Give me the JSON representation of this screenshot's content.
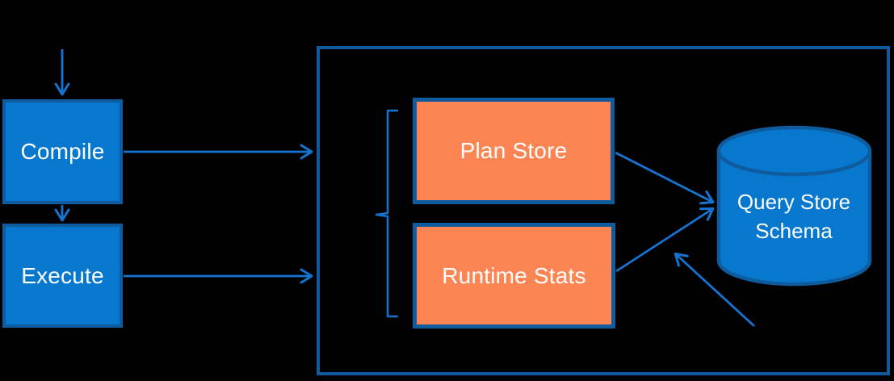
{
  "diagram": {
    "background": "#000000",
    "colors": {
      "node_fill": "#0778CE",
      "node_border": "#0E5C9E",
      "store_fill": "#FD8553",
      "store_border": "#0E5C9E",
      "container_border": "#0F5B9D",
      "connector": "#1474D1",
      "label_text": "#FFFFFF"
    },
    "nodes": {
      "compile": {
        "label": "Compile"
      },
      "execute": {
        "label": "Execute"
      },
      "plan_store": {
        "label": "Plan Store"
      },
      "runtime_stats": {
        "label": "Runtime Stats"
      },
      "query_store_schema": {
        "label": "Query Store Schema"
      }
    },
    "connections": [
      {
        "from": "input-top",
        "to": "compile"
      },
      {
        "from": "compile",
        "to": "execute"
      },
      {
        "from": "compile",
        "to": "query-store-container"
      },
      {
        "from": "execute",
        "to": "query-store-container"
      },
      {
        "from": "plan_store",
        "to": "query_store_schema"
      },
      {
        "from": "runtime_stats",
        "to": "query_store_schema"
      },
      {
        "from": "bottom-right",
        "to": "runtime-stats-to-schema-flow"
      }
    ]
  }
}
